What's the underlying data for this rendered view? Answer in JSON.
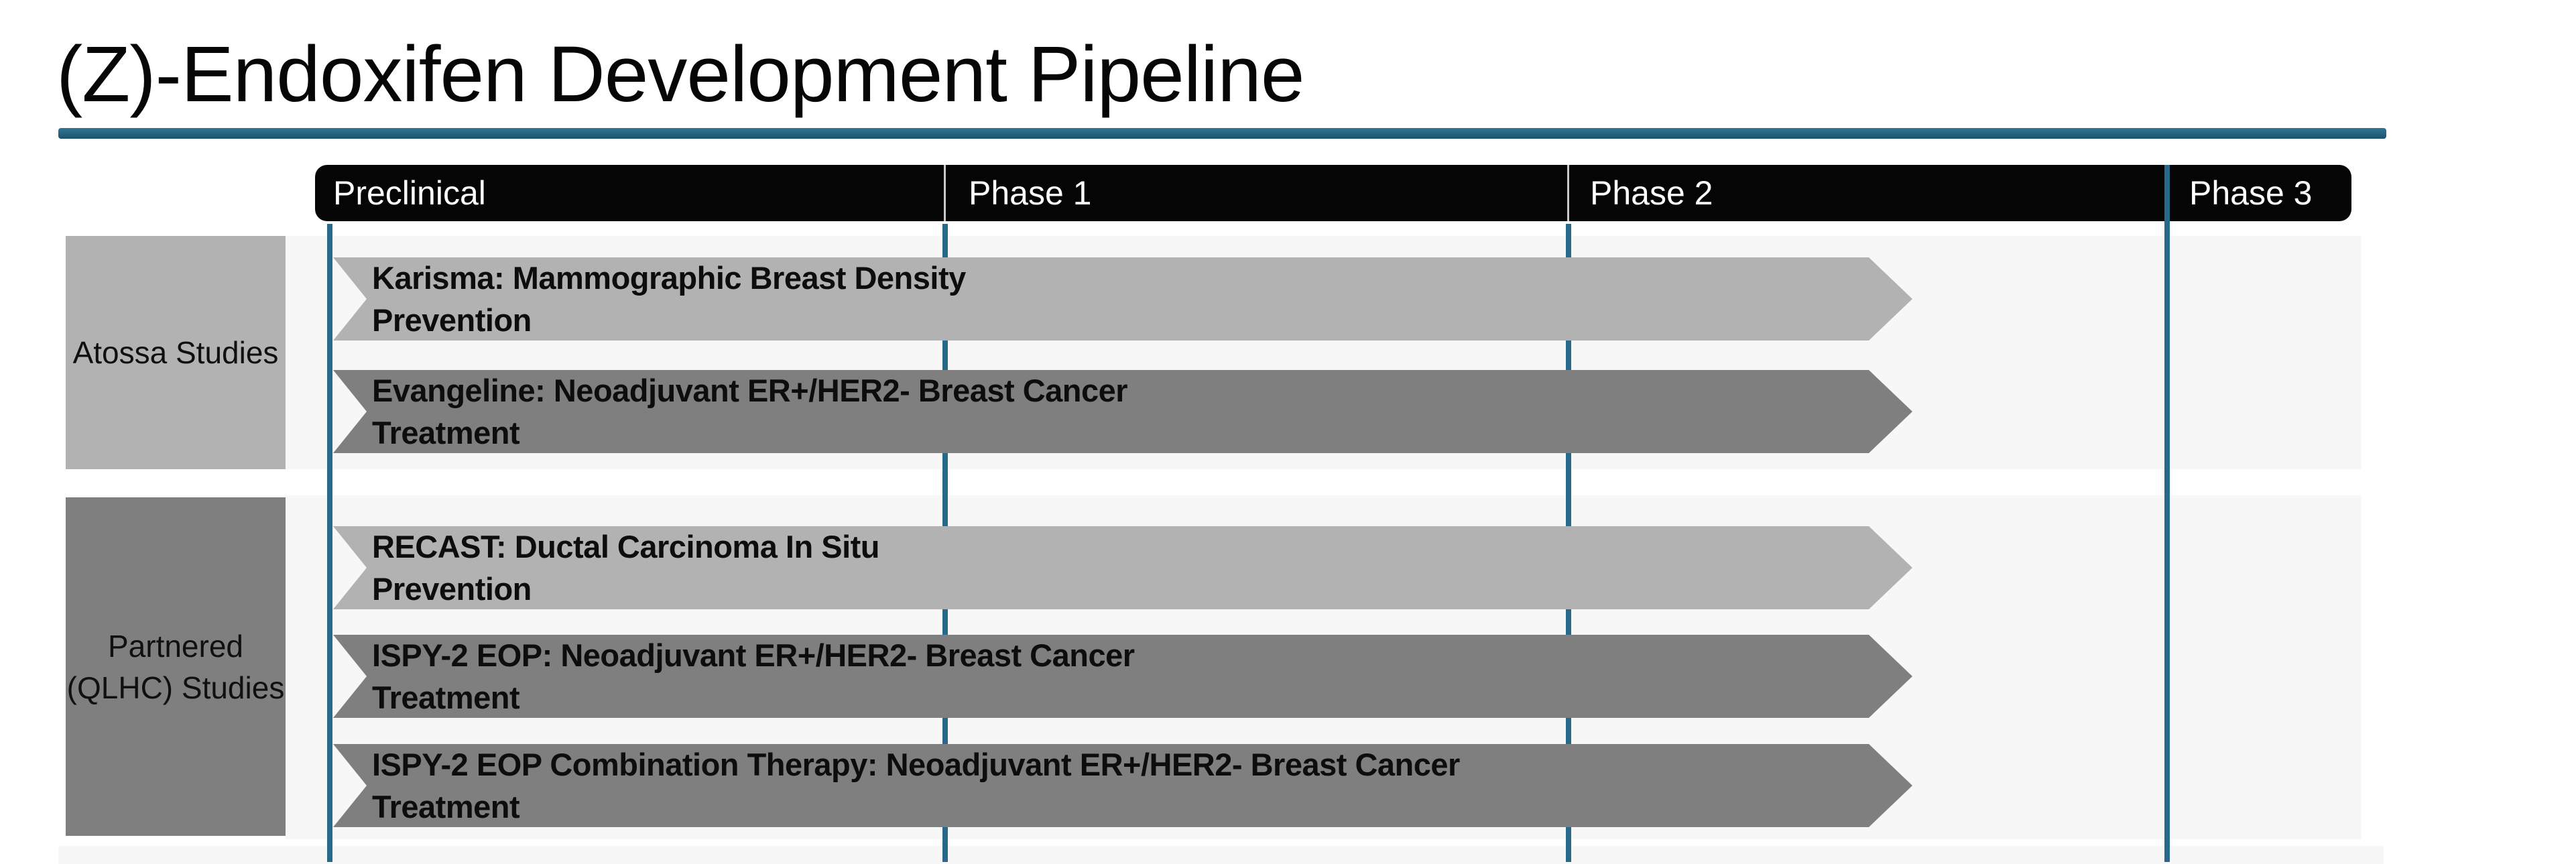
{
  "title": "(Z)-Endoxifen Development Pipeline",
  "phase_header": {
    "phases": [
      {
        "label": "Preclinical"
      },
      {
        "label": "Phase 1"
      },
      {
        "label": "Phase 2"
      },
      {
        "label": "Phase 3"
      }
    ]
  },
  "row_groups": [
    {
      "label_lines": [
        "Atossa Studies"
      ],
      "tone": "light"
    },
    {
      "label_lines": [
        "Partnered",
        "(QLHC) Studies"
      ],
      "tone": "dark"
    }
  ],
  "studies": [
    {
      "group": "Atossa Studies",
      "line1": "Karisma: Mammographic Breast Density",
      "line2": "Prevention",
      "tone": "light",
      "phase_span": {
        "from": "Preclinical",
        "to": "Phase 2"
      }
    },
    {
      "group": "Atossa Studies",
      "line1": "Evangeline: Neoadjuvant ER+/HER2- Breast Cancer",
      "line2": "Treatment",
      "tone": "dark",
      "phase_span": {
        "from": "Preclinical",
        "to": "Phase 2"
      }
    },
    {
      "group": "Partnered (QLHC) Studies",
      "line1": "RECAST: Ductal Carcinoma In Situ",
      "line2": "Prevention",
      "tone": "light",
      "phase_span": {
        "from": "Preclinical",
        "to": "Phase 2"
      }
    },
    {
      "group": "Partnered (QLHC) Studies",
      "line1": "ISPY-2 EOP: Neoadjuvant ER+/HER2- Breast Cancer",
      "line2": "Treatment",
      "tone": "dark",
      "phase_span": {
        "from": "Preclinical",
        "to": "Phase 2"
      }
    },
    {
      "group": "Partnered (QLHC) Studies",
      "line1": "ISPY-2 EOP Combination Therapy: Neoadjuvant ER+/HER2- Breast Cancer",
      "line2": "Treatment",
      "tone": "dark",
      "phase_span": {
        "from": "Preclinical",
        "to": "Phase 2"
      }
    }
  ],
  "colors": {
    "light-gray": "#b2b2b2",
    "dark-gray": "#7f7f7f",
    "band": "#f7f7f7",
    "teal": "#28698a",
    "rule-top": "#2f7693",
    "rule-bottom": "#1c526d",
    "bar-bg": "#050505",
    "bar-text": "#ffffff",
    "arrow-text": "#0d0d0d",
    "title-text": "#060606",
    "label-text": "#101010"
  }
}
